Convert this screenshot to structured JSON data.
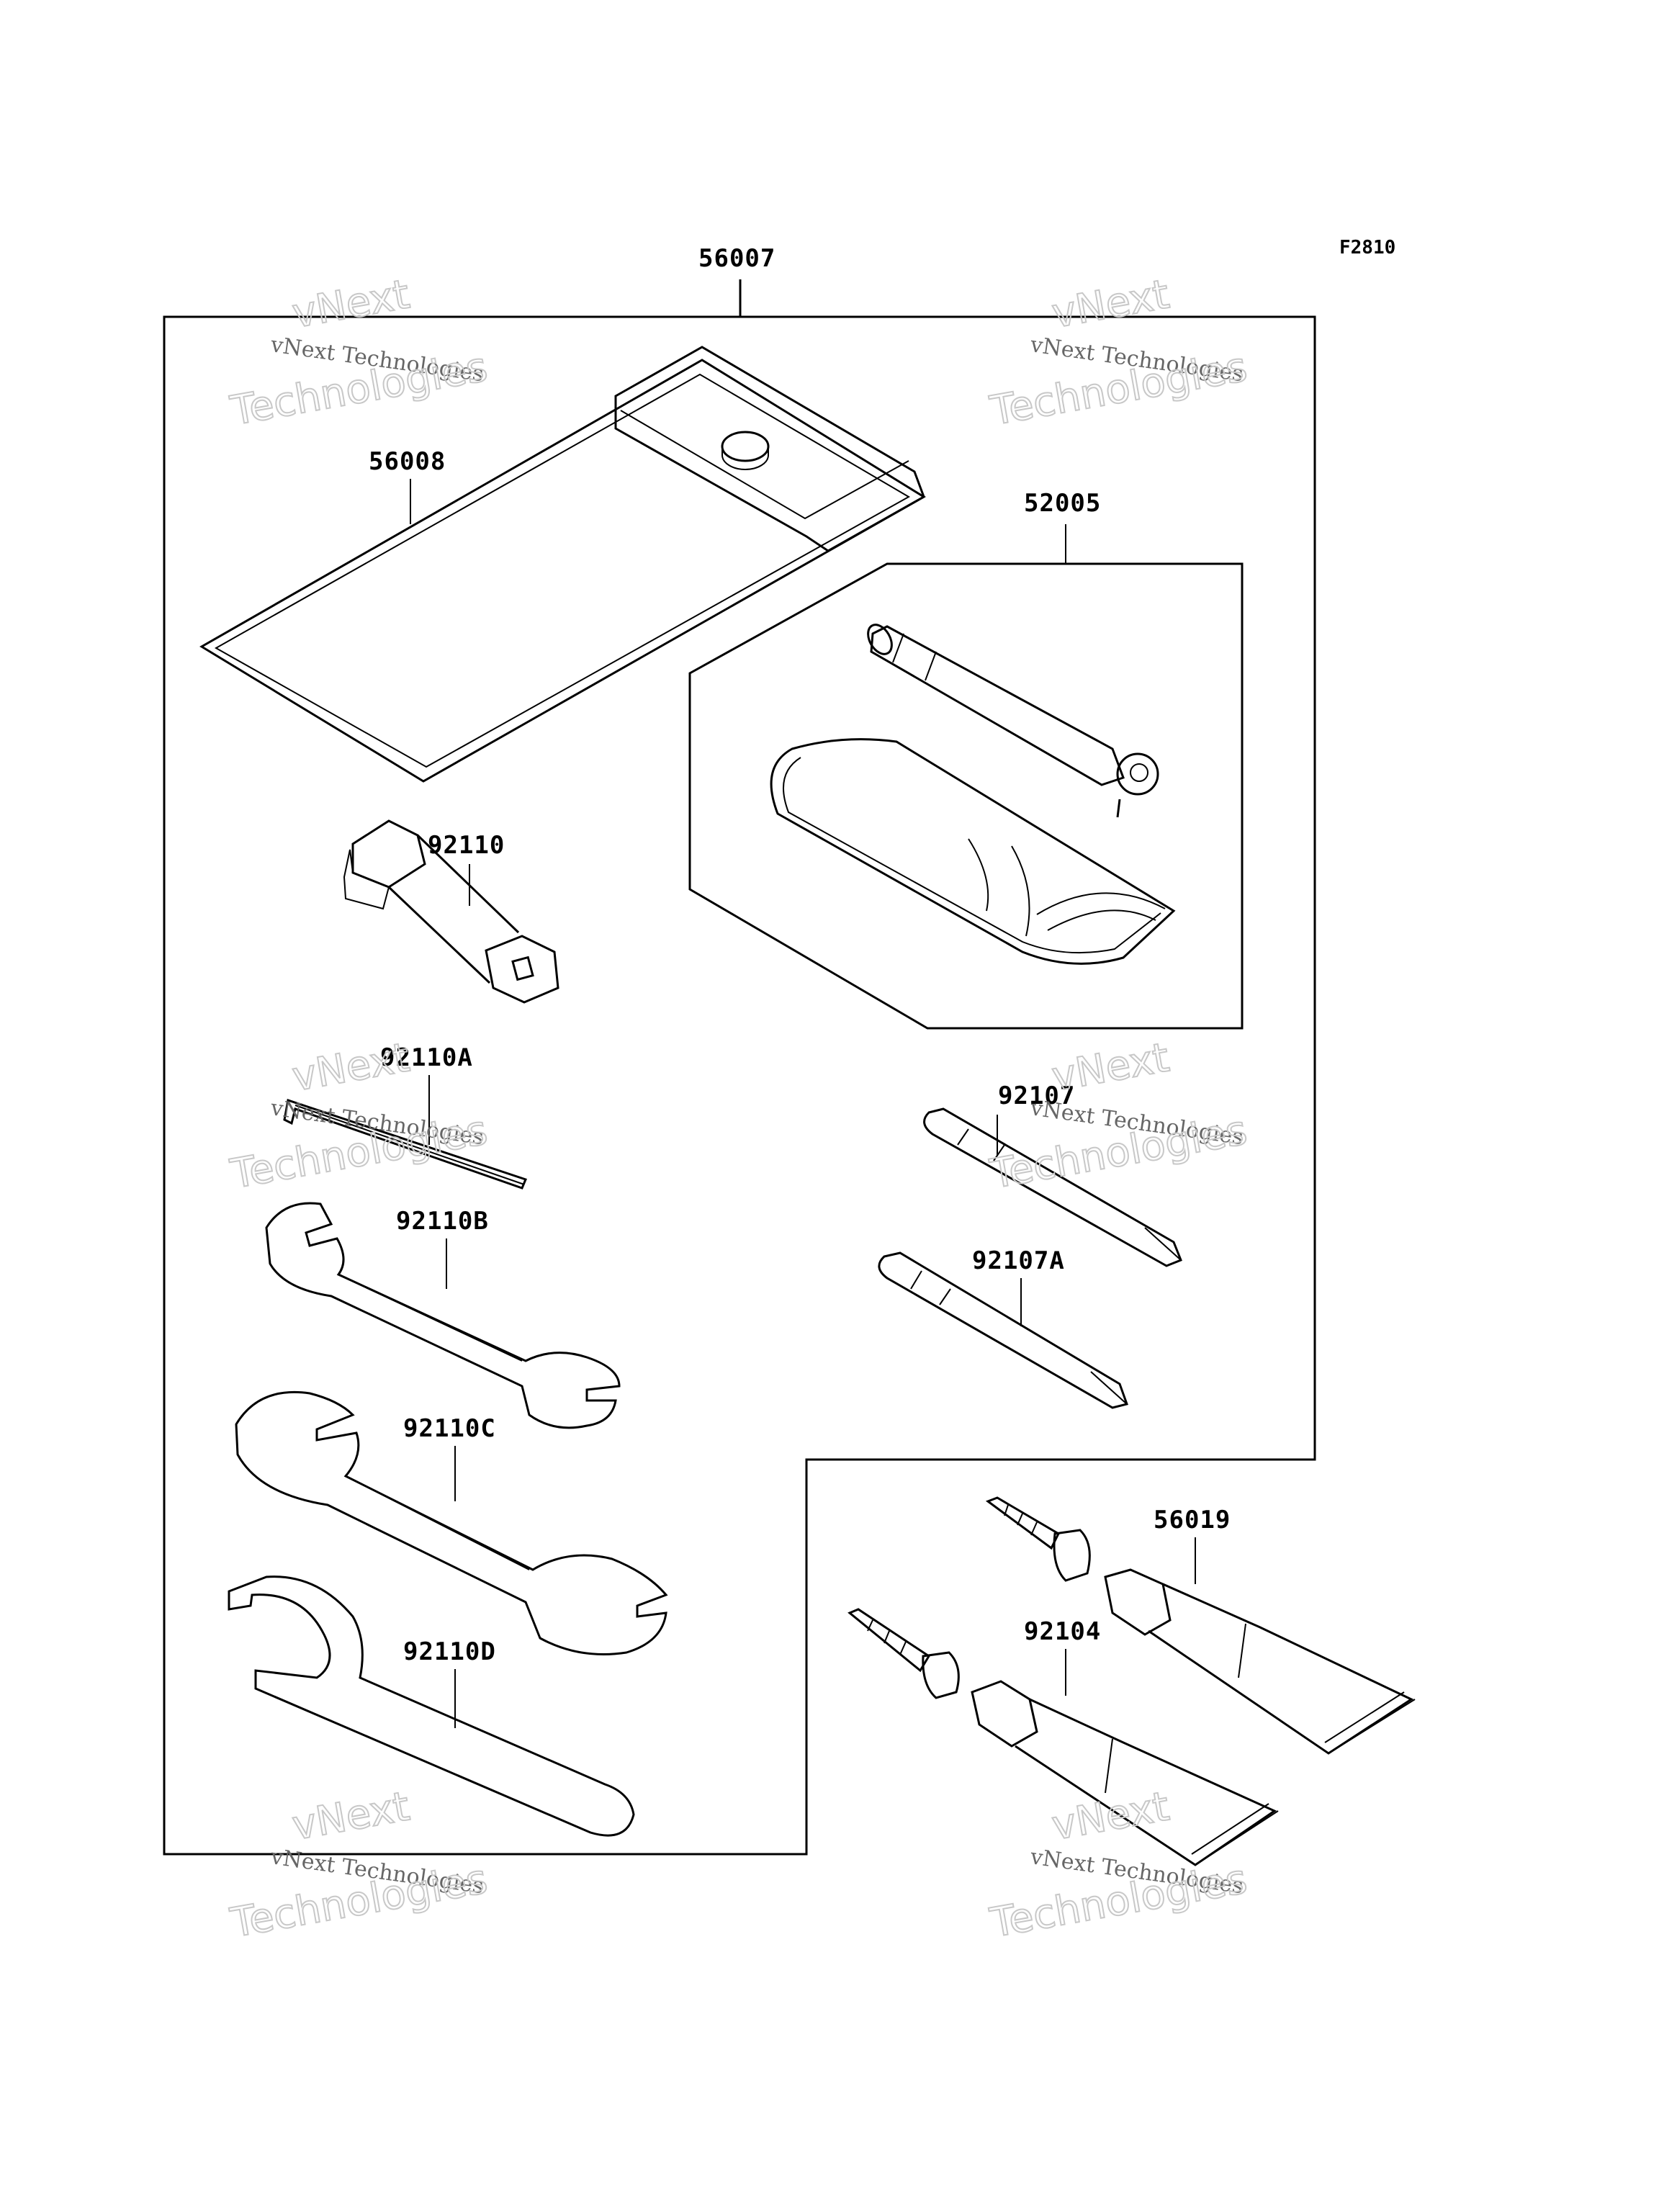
{
  "figure_code": "F2810",
  "labels": {
    "kit": "56007",
    "bag": "56008",
    "pump_set": "52005",
    "plug_wrench": "92110",
    "hex_key": "92110A",
    "screwdriver_1": "92107",
    "screwdriver_2": "92107A",
    "wrench_b": "92110B",
    "wrench_c": "92110C",
    "hook_wrench": "92110D",
    "tube_1": "56019",
    "tube_2": "92104"
  },
  "watermark": {
    "line1": "vNext Technologies",
    "line2": "vNext",
    "line3": "Technologies"
  }
}
